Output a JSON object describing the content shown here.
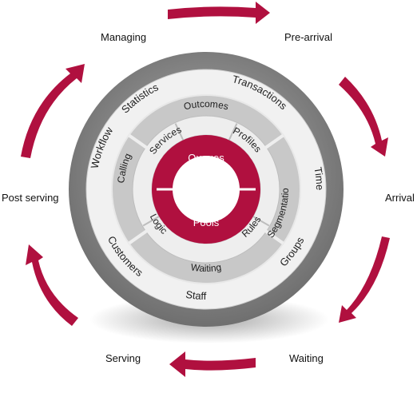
{
  "colors": {
    "arrow": "#b0103f",
    "outer_ring": "#8a8a8a",
    "light_band": "#eeeeee",
    "mid_band": "#c4c4c4",
    "inner_band": "#ececec",
    "core": "#b0103f",
    "text": "#222222"
  },
  "cycle_labels": {
    "managing": "Managing",
    "pre_arrival": "Pre-arrival",
    "arrival": "Arrival",
    "waiting": "Waiting",
    "serving": "Serving",
    "post_serving": "Post serving"
  },
  "ring_labels": {
    "statistics": "Statistics",
    "transactions": "Transactions",
    "time": "Time",
    "groups": "Groups",
    "staff": "Staff",
    "customers": "Customers",
    "workflow": "Workflow",
    "outcomes": "Outcomes",
    "segmentations": "Segmentations",
    "waiting": "Waiting",
    "calling": "Calling",
    "services": "Services",
    "profiles": "Profiles",
    "rules": "Rules",
    "logic": "Logic"
  },
  "core_labels": {
    "queues": "Queues",
    "pools": "Pools"
  }
}
